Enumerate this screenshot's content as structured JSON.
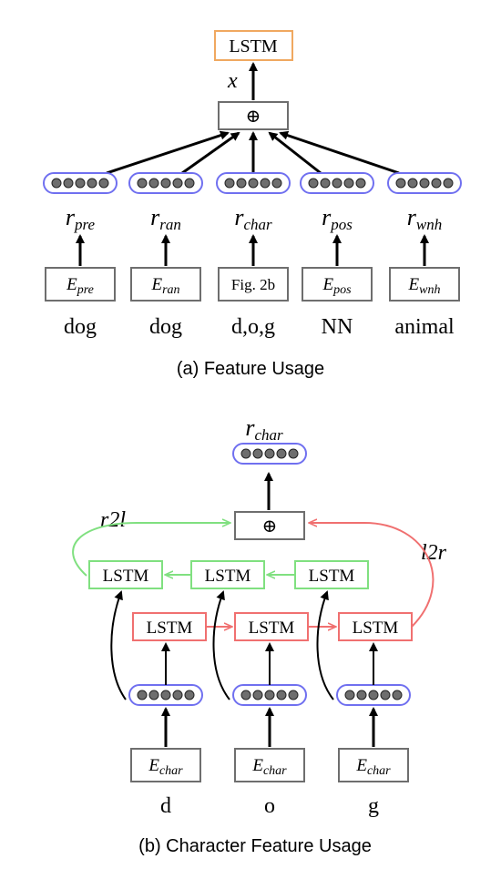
{
  "panel_a": {
    "top_lstm": "LSTM",
    "x_label": "x",
    "concat_symbol": "⊕",
    "features": [
      {
        "r_base": "r",
        "r_sub": "pre",
        "embed_base": "E",
        "embed_sub": "pre",
        "word": "dog"
      },
      {
        "r_base": "r",
        "r_sub": "ran",
        "embed_base": "E",
        "embed_sub": "ran",
        "word": "dog"
      },
      {
        "r_base": "r",
        "r_sub": "char",
        "embed_base": "",
        "embed_sub": "",
        "embed_text": "Fig. 2b",
        "word": "d,o,g"
      },
      {
        "r_base": "r",
        "r_sub": "pos",
        "embed_base": "E",
        "embed_sub": "pos",
        "word": "NN"
      },
      {
        "r_base": "r",
        "r_sub": "wnh",
        "embed_base": "E",
        "embed_sub": "wnh",
        "word": "animal"
      }
    ],
    "caption": "(a) Feature Usage"
  },
  "panel_b": {
    "output_base": "r",
    "output_sub": "char",
    "concat_symbol": "⊕",
    "r2l_label": "r2l",
    "l2r_label": "l2r",
    "lstm_label": "LSTM",
    "columns": [
      {
        "embed_base": "E",
        "embed_sub": "char",
        "char": "d"
      },
      {
        "embed_base": "E",
        "embed_sub": "char",
        "char": "o"
      },
      {
        "embed_base": "E",
        "embed_sub": "char",
        "char": "g"
      }
    ],
    "caption": "(b) Character Feature Usage"
  },
  "colors": {
    "lstm_top": "#f0a860",
    "forward": "#f07070",
    "backward": "#80e080",
    "vector_border": "#7070f0",
    "box": "#6e6e6e",
    "dot": "#6e6e6e"
  }
}
